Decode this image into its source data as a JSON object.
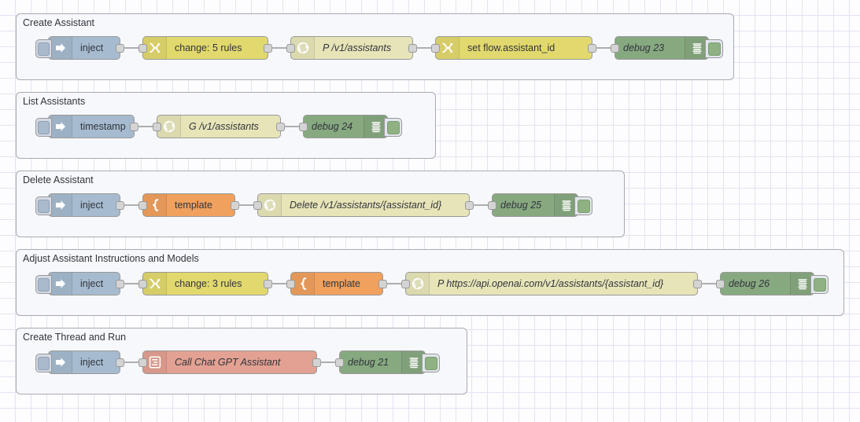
{
  "app": {
    "name": "Node-RED Flow Editor",
    "canvas_background": "#fdfdff",
    "grid_color": "#e3e3f3"
  },
  "palette_colors": {
    "inject": "#a6bbcf",
    "change": "#e2d96e",
    "http_request": "#e7e5b8",
    "template": "#f0a15e",
    "debug": "#87a980",
    "openai_assistant": "#e2a192",
    "group_border": "#a9a9b3",
    "group_background": "#f7f8fc"
  },
  "groups": [
    {
      "label": "Create Assistant",
      "nodes": [
        {
          "type": "inject",
          "label": "inject",
          "icon": "inject-arrow-icon",
          "italic": false
        },
        {
          "type": "change",
          "label": "change: 5 rules",
          "icon": "change-swap-icon",
          "italic": false
        },
        {
          "type": "http",
          "label": "P /v1/assistants",
          "icon": "globe-icon",
          "italic": true
        },
        {
          "type": "change",
          "label": "set flow.assistant_id",
          "icon": "change-swap-icon",
          "italic": false
        },
        {
          "type": "debug",
          "label": "debug 23",
          "icon": "debug-lines-icon",
          "italic": true
        }
      ]
    },
    {
      "label": "List Assistants",
      "nodes": [
        {
          "type": "inject",
          "label": "timestamp",
          "icon": "inject-arrow-icon",
          "italic": false
        },
        {
          "type": "http",
          "label": "G /v1/assistants",
          "icon": "globe-icon",
          "italic": true
        },
        {
          "type": "debug",
          "label": "debug 24",
          "icon": "debug-lines-icon",
          "italic": true
        }
      ]
    },
    {
      "label": "Delete Assistant",
      "nodes": [
        {
          "type": "inject",
          "label": "inject",
          "icon": "inject-arrow-icon",
          "italic": false
        },
        {
          "type": "template",
          "label": "template",
          "icon": "template-brace-icon",
          "italic": false
        },
        {
          "type": "http",
          "label": "Delete /v1/assistants/{assistant_id}",
          "icon": "globe-icon",
          "italic": true
        },
        {
          "type": "debug",
          "label": "debug 25",
          "icon": "debug-lines-icon",
          "italic": true
        }
      ]
    },
    {
      "label": "Adjust Assistant Instructions and Models",
      "nodes": [
        {
          "type": "inject",
          "label": "inject",
          "icon": "inject-arrow-icon",
          "italic": false
        },
        {
          "type": "change",
          "label": "change: 3 rules",
          "icon": "change-swap-icon",
          "italic": false
        },
        {
          "type": "template",
          "label": "template",
          "icon": "template-brace-icon",
          "italic": false
        },
        {
          "type": "http",
          "label": "P https://api.openai.com/v1/assistants/{assistant_id}",
          "icon": "globe-icon",
          "italic": true
        },
        {
          "type": "debug",
          "label": "debug 26",
          "icon": "debug-lines-icon",
          "italic": true
        }
      ]
    },
    {
      "label": "Create Thread and Run",
      "nodes": [
        {
          "type": "inject",
          "label": "inject",
          "icon": "inject-arrow-icon",
          "italic": false
        },
        {
          "type": "openai",
          "label": "Call Chat GPT Assistant",
          "icon": "assistant-form-icon",
          "italic": true
        },
        {
          "type": "debug",
          "label": "debug 21",
          "icon": "debug-lines-icon",
          "italic": true
        }
      ]
    }
  ]
}
